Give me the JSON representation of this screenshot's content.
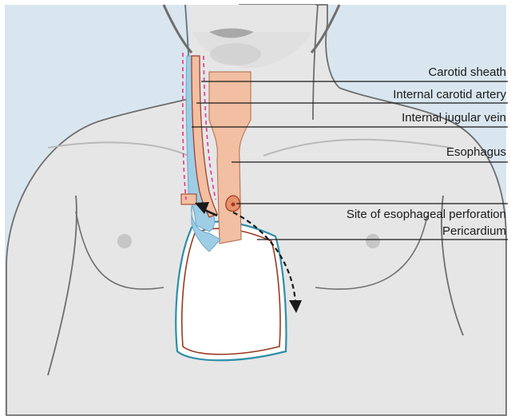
{
  "labels": {
    "carotid_sheath": "Carotid sheath",
    "internal_carotid_artery": "Internal carotid artery",
    "internal_jugular_vein": "Internal jugular vein",
    "esophagus": "Esophagus",
    "perforation_site": "Site of esophageal perforation",
    "pericardium": "Pericardium"
  },
  "colors": {
    "background": "#d9e6ef",
    "skin": "#e6e6e6",
    "outline": "#6e6e6e",
    "esophagus": "#f2bfa2",
    "jugular_vein": "#9ecde6",
    "carotid_sheath": "#e8358d",
    "pericardium_outer": "#2f8fa8",
    "pericardium_inner": "#9a3a22",
    "arrow": "#1a1a1a"
  }
}
